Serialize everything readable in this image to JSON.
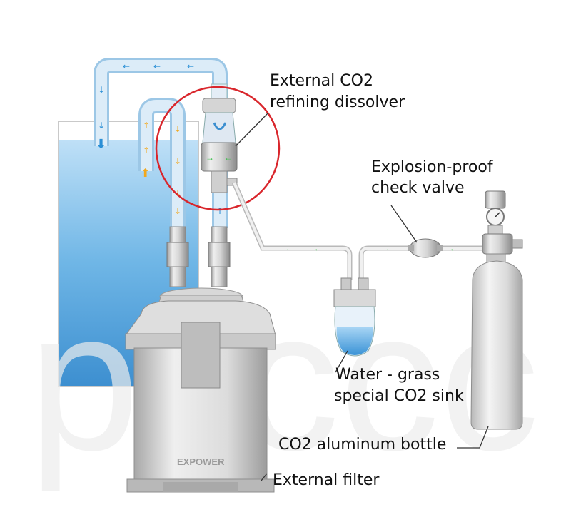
{
  "labels": {
    "dissolver_line1": "External CO2",
    "dissolver_line2": "refining dissolver",
    "valve_line1": "Explosion-proof",
    "valve_line2": "check valve",
    "sink_line1": "Water - grass",
    "sink_line2": "special CO2 sink",
    "bottle": "CO2 aluminum bottle",
    "filter": "External filter"
  },
  "filter_brand": "EXPOWER",
  "watermark": "psccc",
  "colors": {
    "water": "#5aa9e0",
    "pipe": "#cfe3f2",
    "highlight_circle": "#d9262c",
    "arrow_blue": "#2a8fd6",
    "arrow_yellow": "#f2a81d",
    "arrow_green": "#3bbf4a"
  }
}
